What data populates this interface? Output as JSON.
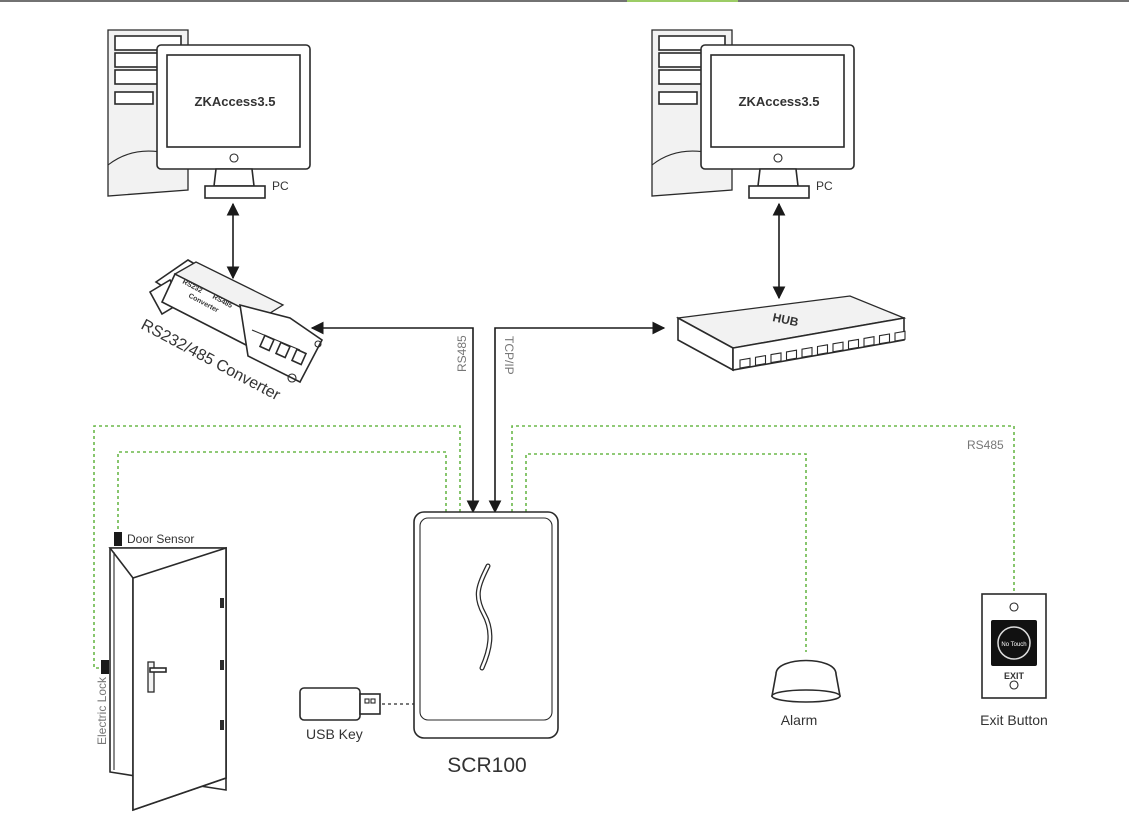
{
  "pcs": [
    {
      "screen_text": "ZKAccess3.5",
      "label": "PC"
    },
    {
      "screen_text": "ZKAccess3.5",
      "label": "PC"
    }
  ],
  "converter": {
    "label": "RS232/485 Converter",
    "body_text_1": "RS232",
    "body_text_2": "RS485",
    "body_text_3": "Converter"
  },
  "hub": {
    "label": "HUB"
  },
  "links": {
    "rs485_vertical": "RS485",
    "tcpip_vertical": "TCP/IP",
    "rs485_right": "RS485"
  },
  "device": {
    "label": "SCR100"
  },
  "door": {
    "door_sensor_label": "Door Sensor",
    "electric_lock_label": "Electric Lock"
  },
  "usb": {
    "label": "USB Key"
  },
  "alarm": {
    "label": "Alarm"
  },
  "exit_button": {
    "label": "Exit Button",
    "face_text": "No Touch",
    "exit_text": "EXIT"
  },
  "colors": {
    "wiring_dashed": "#6bb84a",
    "accent_top_bar": "#9ccc65"
  }
}
